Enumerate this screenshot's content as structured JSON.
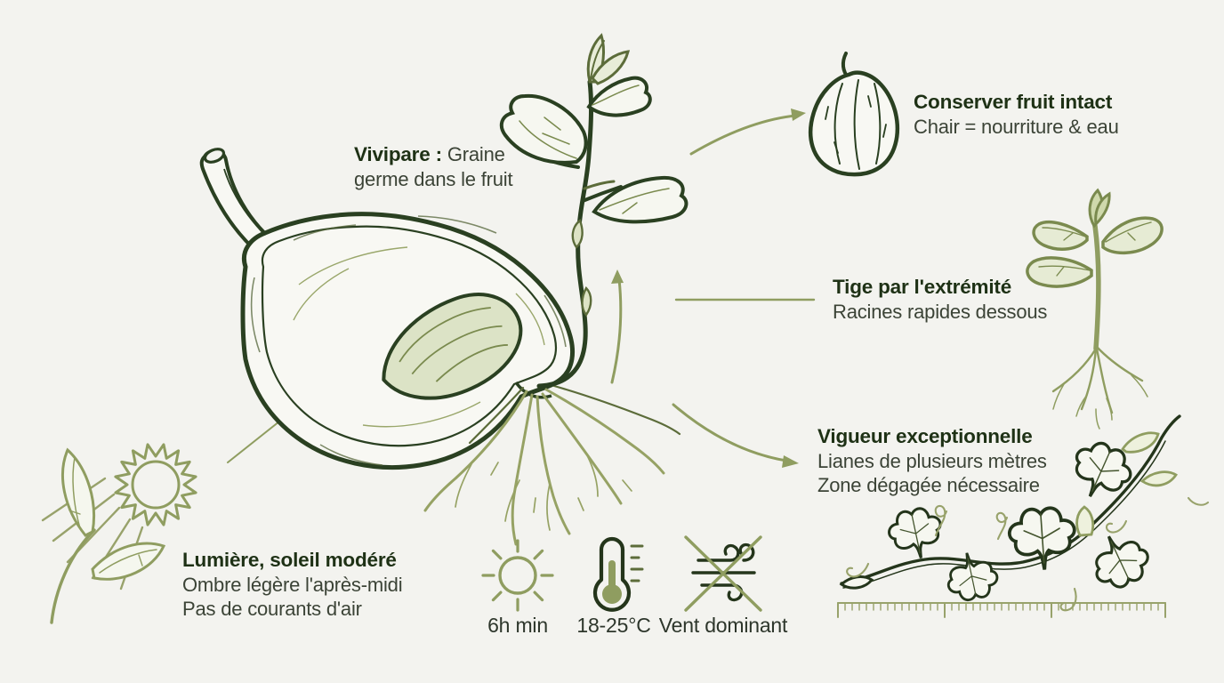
{
  "title": "Infographie germination vivipare (chayote)",
  "palette": {
    "background": "#f3f3ef",
    "outline_dark": "#2a4021",
    "heading_text": "#1e3115",
    "body_text": "#3b4336",
    "olive": "#8f9d60",
    "olive_dark": "#5c6c3a",
    "seed_fill": "#dce3c6",
    "leaf_fill_light": "#e9edd8"
  },
  "labels": {
    "vivipare": {
      "bold": "Vivipare :",
      "normal": "Graine",
      "line2": "germe dans le fruit"
    },
    "conserver": {
      "title": "Conserver fruit intact",
      "line1": "Chair = nourriture & eau"
    },
    "tige": {
      "title": "Tige par l'extrémité",
      "line1": "Racines rapides dessous"
    },
    "vigueur": {
      "title": "Vigueur exceptionnelle",
      "line1": "Lianes de plusieurs mètres",
      "line2": "Zone dégagée nécessaire"
    },
    "lumiere": {
      "title": "Lumière, soleil modéré",
      "line1": "Ombre légère l'après-midi",
      "line2": "Pas de courants d'air"
    }
  },
  "conditions": [
    {
      "icon": "sun-icon",
      "label": "6h min"
    },
    {
      "icon": "thermometer-icon",
      "label": "18-25°C"
    },
    {
      "icon": "no-wind-icon",
      "label": "Vent dominant"
    }
  ],
  "icons": {
    "main_illustration": "halved-fruit-with-sprout-and-roots",
    "top_right": "chayote-fruit-icon",
    "middle_right": "seedling-with-roots-icon",
    "bottom_right": "ivy-vine-icon",
    "bottom_right_scale": "ruler-scale-icon",
    "bottom_left": "sun-with-light-rays-and-sprig-icon",
    "row_1": "sun-icon",
    "row_2": "thermometer-icon",
    "row_3": "no-wind-icon",
    "connectors": [
      "arrow-to-fruit-icon",
      "line-to-tige-label",
      "arrow-to-vigueur-label",
      "arrow-up-along-stem",
      "line-sun-to-fruit"
    ]
  }
}
